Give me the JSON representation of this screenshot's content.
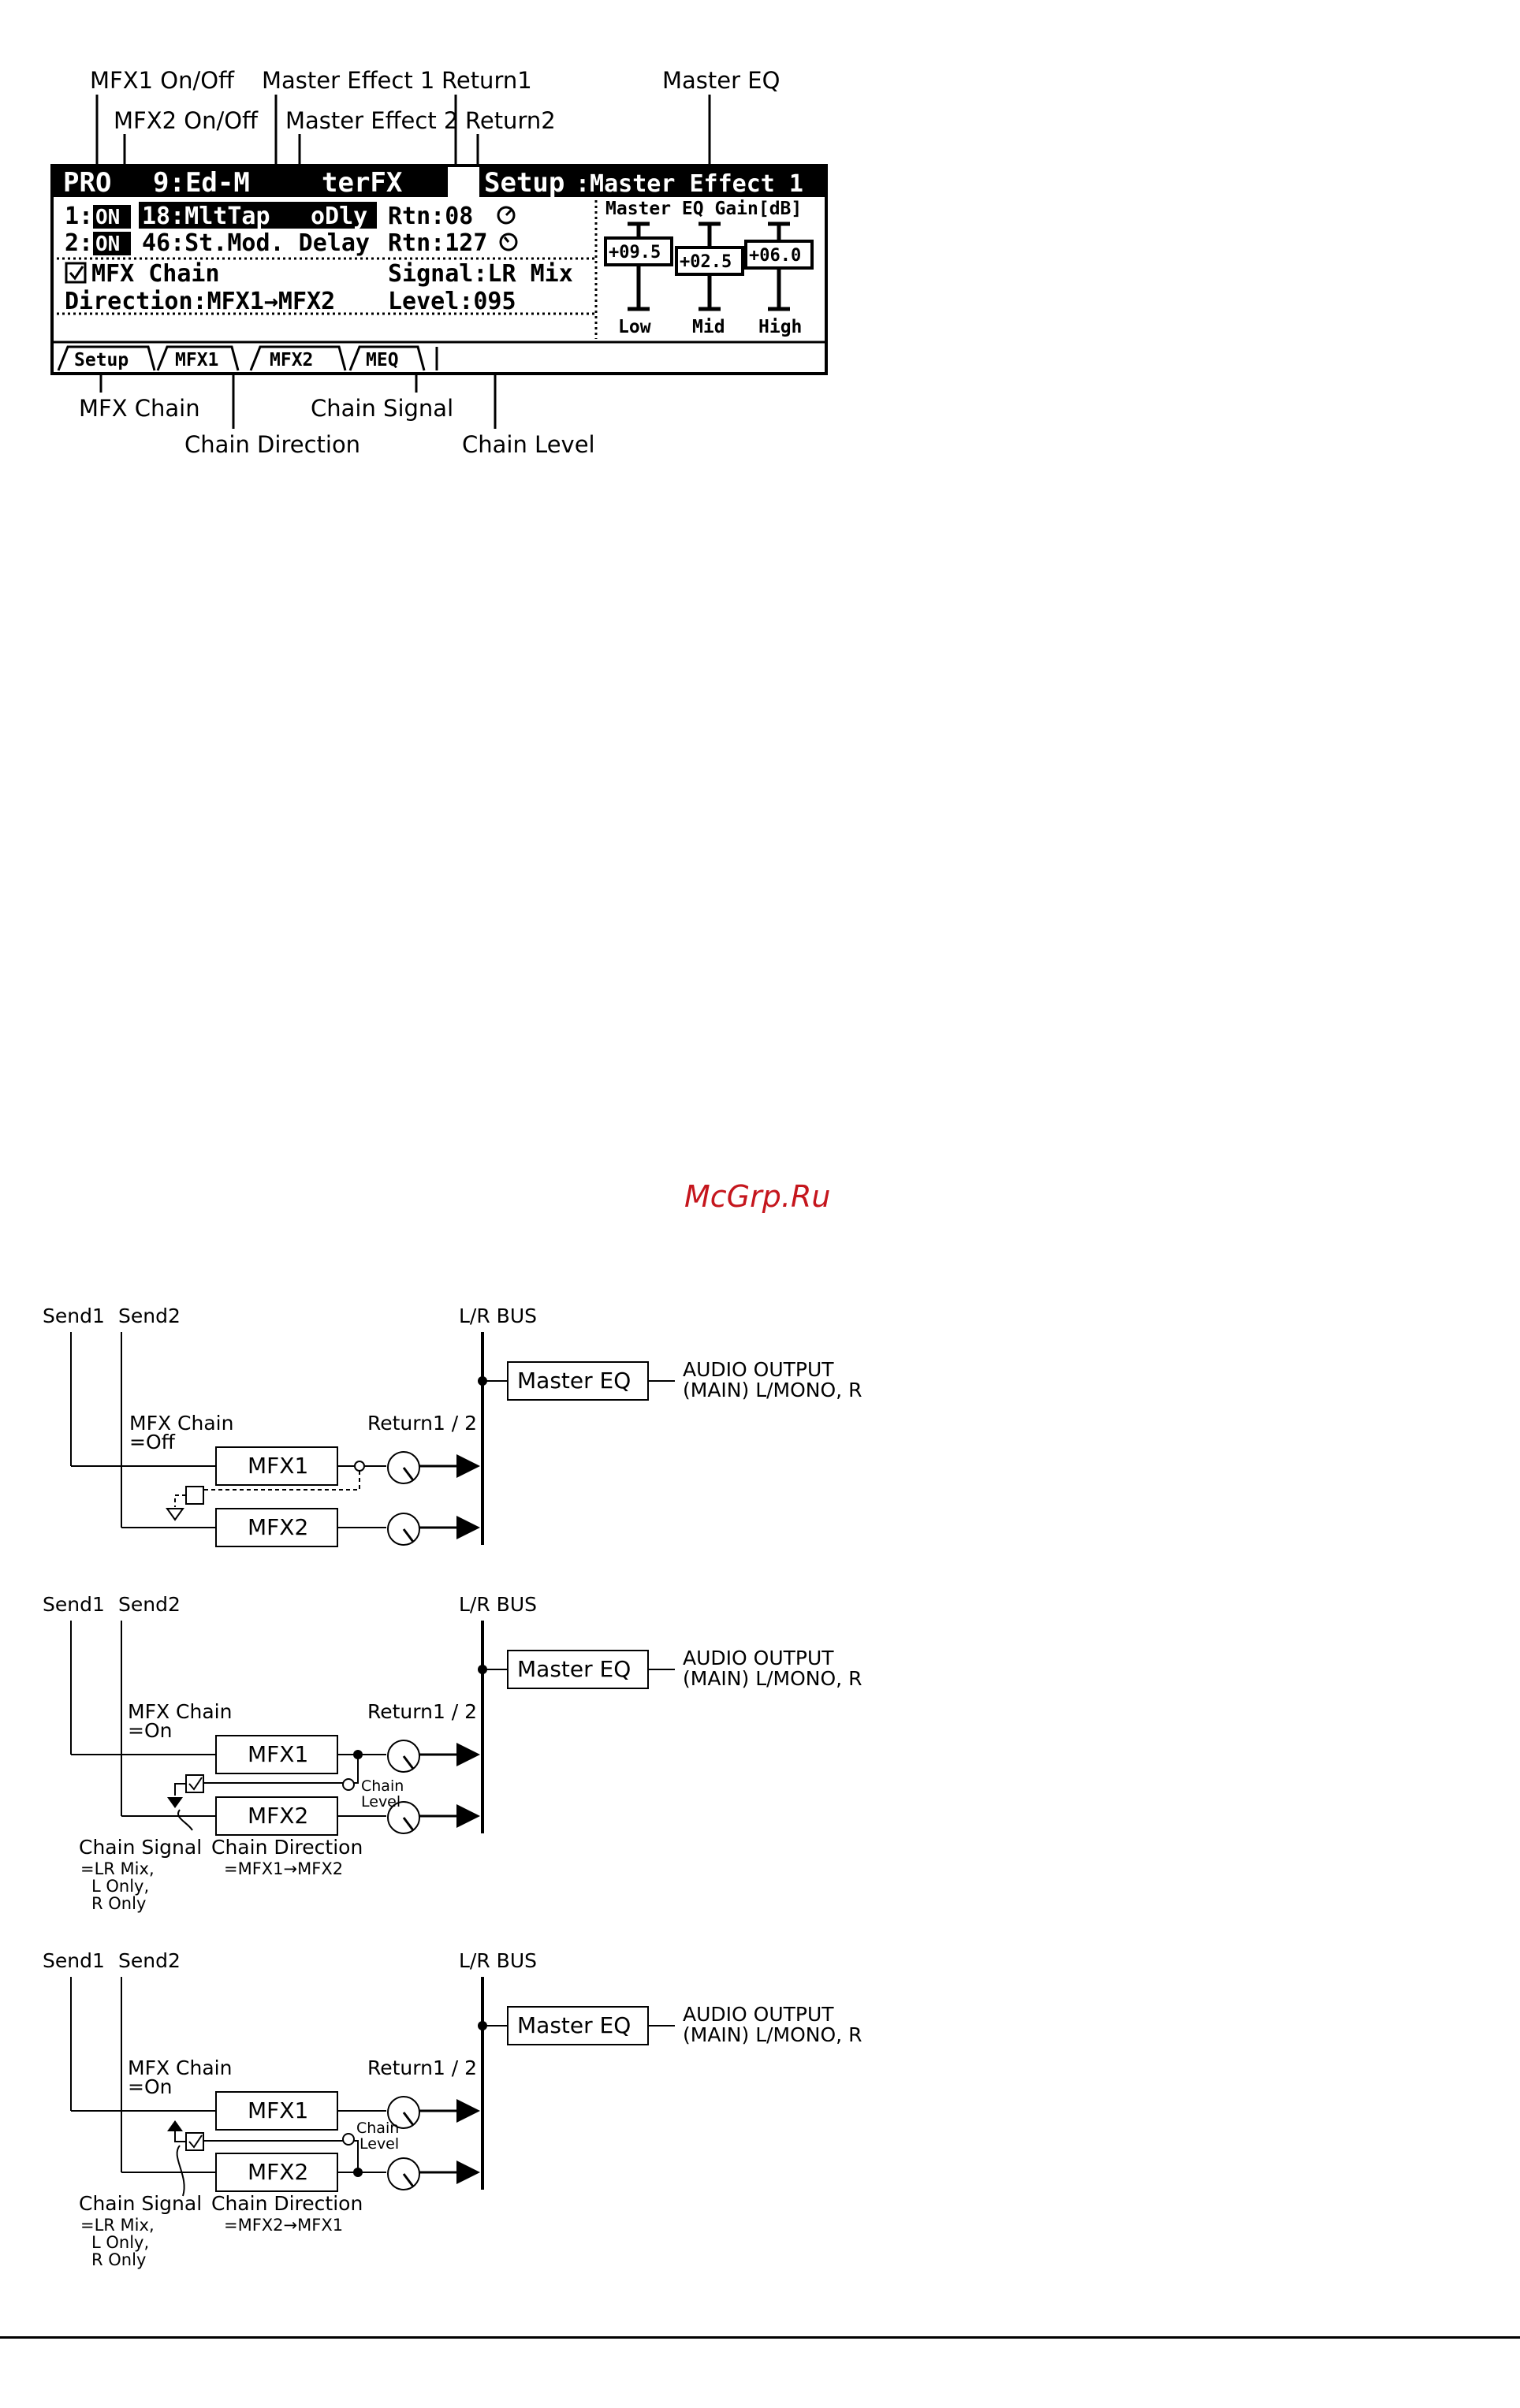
{
  "lcd_callouts": {
    "mfx1_onoff": "MFX1 On/Off",
    "mfx2_onoff": "MFX2 On/Off",
    "master_effect_1": "Master Effect 1",
    "master_effect_2": "Master Effect 2",
    "return1": "Return1",
    "return2": "Return2",
    "master_eq": "Master EQ",
    "mfx_chain": "MFX Chain",
    "chain_direction": "Chain Direction",
    "chain_signal": "Chain Signal",
    "chain_level": "Chain Level"
  },
  "lcd": {
    "title_left": "PRO",
    "title_mid": "9:Ed-M",
    "title_right": "terFX",
    "title_setup": "Setup",
    "title_page": ":Master Effect 1",
    "row1_num": "1:",
    "row1_on": "ON",
    "row1_effect": "18:MltTap",
    "row1_effect_tail": "oDly",
    "row1_rtn": "Rtn:08",
    "row2_num": "2:",
    "row2_on": "ON",
    "row2_effect": "46:St.Mod. Delay",
    "row2_rtn": "Rtn:127",
    "chain": "MFX Chain",
    "signal": "Signal:LR Mix",
    "direction": "Direction:MFX1→MFX2",
    "level": "Level:095",
    "eq_header": "Master EQ Gain[dB]",
    "eq_low_val": "+09.5",
    "eq_mid_val": "+02.5",
    "eq_high_val": "+06.0",
    "eq_low": "Low",
    "eq_mid": "Mid",
    "eq_high": "High",
    "tabs": [
      "Setup",
      "MFX1",
      "MFX2",
      "MEQ"
    ]
  },
  "watermark": "McGrp.Ru",
  "diagrams": {
    "send1": "Send1",
    "send2": "Send2",
    "lr_bus": "L/R BUS",
    "master_eq": "Master EQ",
    "audio_output_1": "AUDIO OUTPUT",
    "audio_output_2": "(MAIN) L/MONO, R",
    "mfx_chain": "MFX Chain",
    "chain_off": "=Off",
    "chain_on": "=On",
    "return": "Return1 / 2",
    "mfx1": "MFX1",
    "mfx2": "MFX2",
    "chain_label": "Chain",
    "level_label": "Level",
    "chain_signal": "Chain Signal",
    "chain_signal_opt1": "=LR Mix,",
    "chain_signal_opt2": "L Only,",
    "chain_signal_opt3": "R Only",
    "chain_direction": "Chain Direction",
    "dir_12": "=MFX1→MFX2",
    "dir_21": "=MFX2→MFX1"
  }
}
